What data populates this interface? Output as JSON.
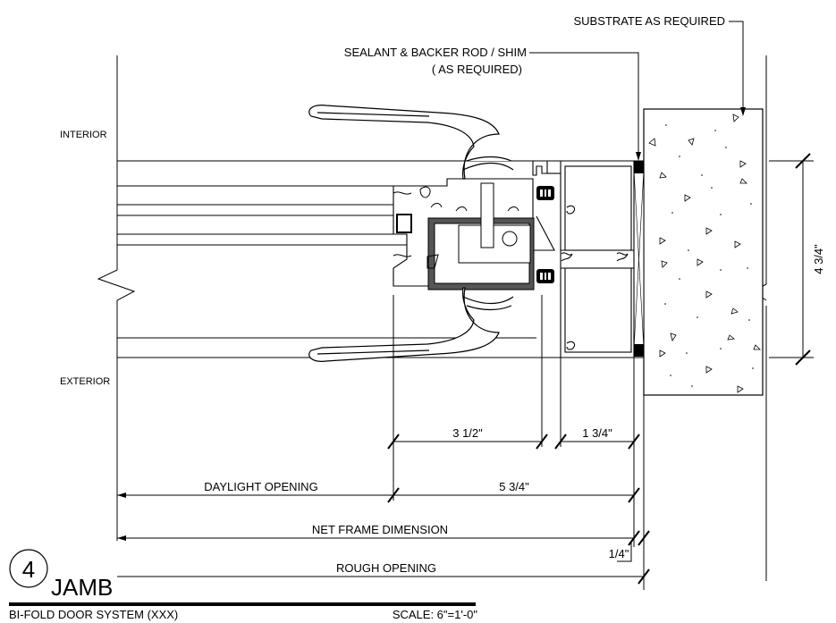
{
  "labels": {
    "substrate": "SUBSTRATE AS REQUIRED",
    "sealant_line1": "SEALANT & BACKER ROD / SHIM",
    "sealant_line2": "( AS REQUIRED)",
    "interior": "INTERIOR",
    "exterior": "EXTERIOR"
  },
  "dimensions": {
    "d1": "3 1/2\"",
    "d2": "1 3/4\"",
    "d3": "5 3/4\"",
    "d4": "4 3/4\"",
    "d5": "1/4\"",
    "daylight_opening": "DAYLIGHT OPENING",
    "net_frame": "NET FRAME DIMENSION",
    "rough_opening": "ROUGH OPENING"
  },
  "title_block": {
    "detail_number": "4",
    "detail_name": "JAMB",
    "system": "BI-FOLD DOOR SYSTEM (XXX)",
    "scale": "SCALE: 6\"=1'-0\""
  }
}
